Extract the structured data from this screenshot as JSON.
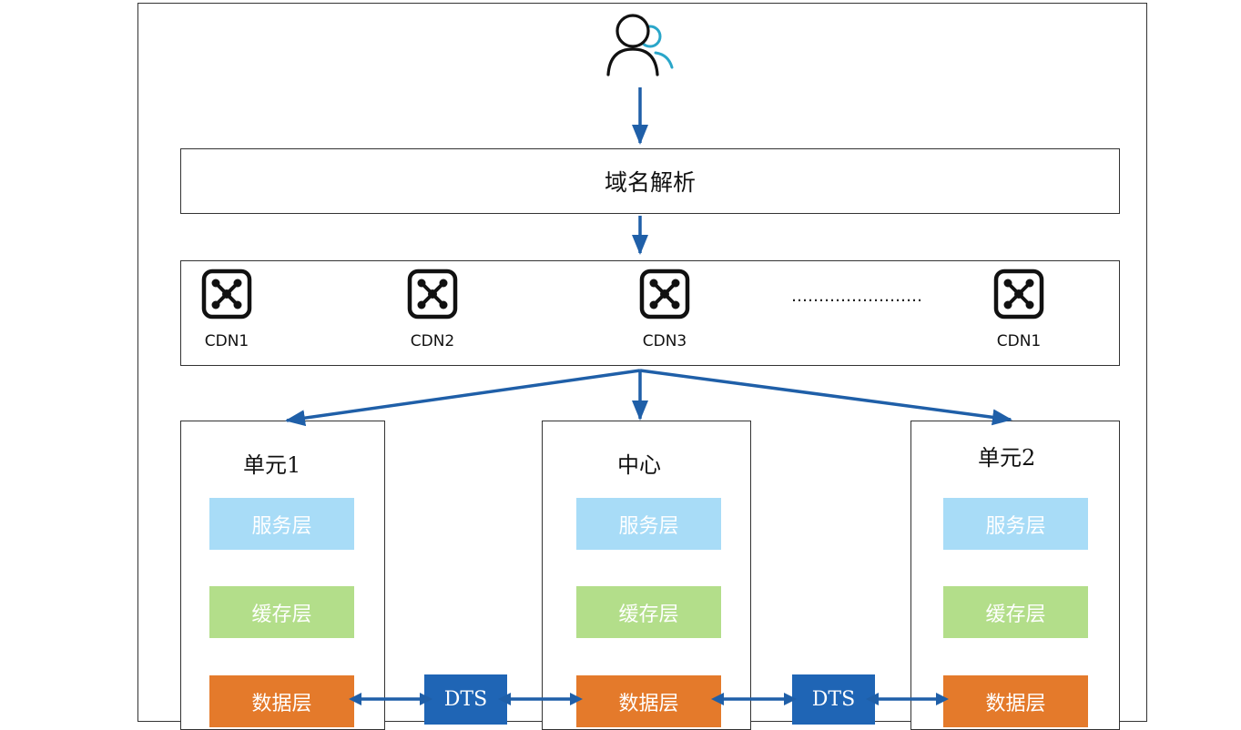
{
  "dns": {
    "label": "域名解析"
  },
  "cdn": {
    "nodes": [
      {
        "label": "CDN1"
      },
      {
        "label": "CDN2"
      },
      {
        "label": "CDN3"
      },
      {
        "label": "CDN1"
      }
    ],
    "ellipsis": "……………………"
  },
  "units": [
    {
      "title": "单元1",
      "layers": {
        "service": "服务层",
        "cache": "缓存层",
        "data": "数据层"
      }
    },
    {
      "title": "中心",
      "layers": {
        "service": "服务层",
        "cache": "缓存层",
        "data": "数据层"
      }
    },
    {
      "title": "单元2",
      "layers": {
        "service": "服务层",
        "cache": "缓存层",
        "data": "数据层"
      }
    }
  ],
  "sync": [
    {
      "label": "DTS"
    },
    {
      "label": "DTS"
    }
  ],
  "colors": {
    "arrow": "#1f5fa8",
    "service_layer": "#a8dcf7",
    "cache_layer": "#b3de8a",
    "data_layer": "#e47a2b",
    "dts": "#1f65b5",
    "user_accent": "#2aa6c9"
  },
  "icons": {
    "user": "user-group-icon",
    "cdn": "cdn-node-icon"
  }
}
